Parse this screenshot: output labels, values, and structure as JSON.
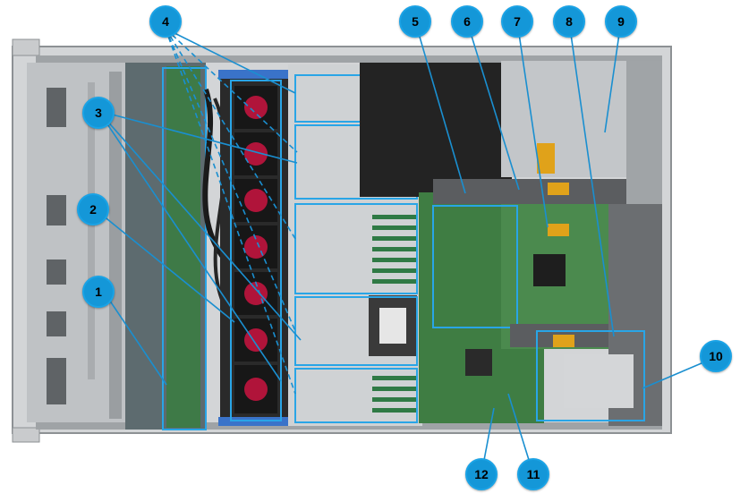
{
  "callouts": [
    {
      "id": "c1",
      "label": "1"
    },
    {
      "id": "c2",
      "label": "2"
    },
    {
      "id": "c3",
      "label": "3"
    },
    {
      "id": "c4",
      "label": "4"
    },
    {
      "id": "c5",
      "label": "5"
    },
    {
      "id": "c6",
      "label": "6"
    },
    {
      "id": "c7",
      "label": "7"
    },
    {
      "id": "c8",
      "label": "8"
    },
    {
      "id": "c9",
      "label": "9"
    },
    {
      "id": "c10",
      "label": "10"
    },
    {
      "id": "c11",
      "label": "11"
    },
    {
      "id": "c12",
      "label": "12"
    }
  ],
  "colors": {
    "callout_fill": "#1497d8",
    "leader_line": "#1a8fd0",
    "chassis_gray": "#b9bcbf",
    "board_green": "#3f7d43",
    "fan_black": "#1c1c1c",
    "fan_red": "#b0143a",
    "dimm_green": "#2f7a45",
    "bracket_blue": "#3a73c9"
  }
}
